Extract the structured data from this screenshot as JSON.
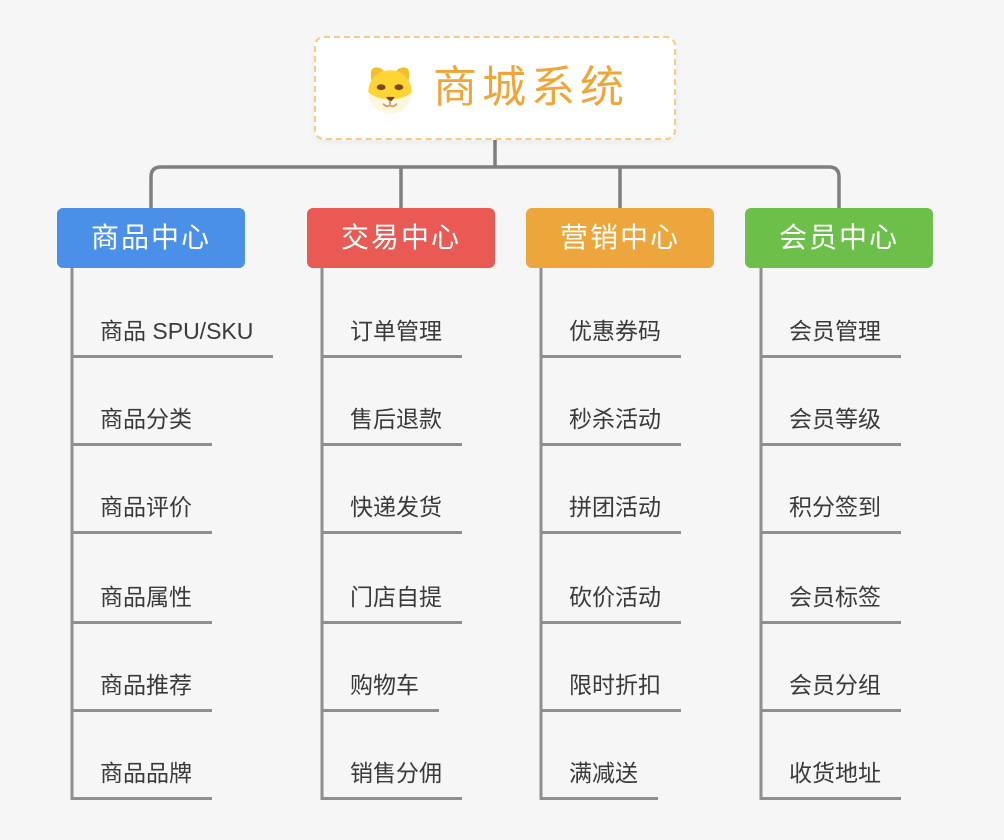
{
  "app": {
    "type": "mindmap",
    "background_color": "#f6f6f6",
    "connector_color": "#7f7f7f",
    "underline_color": "#8f8f8f"
  },
  "root": {
    "label": "商城系统",
    "icon": "dog-face-icon",
    "text_color": "#f0a53b",
    "border_color": "#f5cb85",
    "background": "#ffffff"
  },
  "branches": [
    {
      "label": "商品中心",
      "color": "#4a90e8",
      "children": [
        "商品 SPU/SKU",
        "商品分类",
        "商品评价",
        "商品属性",
        "商品推荐",
        "商品品牌"
      ]
    },
    {
      "label": "交易中心",
      "color": "#ea5a55",
      "children": [
        "订单管理",
        "售后退款",
        "快递发货",
        "门店自提",
        "购物车",
        "销售分佣"
      ]
    },
    {
      "label": "营销中心",
      "color": "#eca63b",
      "children": [
        "优惠券码",
        "秒杀活动",
        "拼团活动",
        "砍价活动",
        "限时折扣",
        "满减送"
      ]
    },
    {
      "label": "会员中心",
      "color": "#6cc04a",
      "children": [
        "会员管理",
        "会员等级",
        "积分签到",
        "会员标签",
        "会员分组",
        "收货地址"
      ]
    }
  ]
}
